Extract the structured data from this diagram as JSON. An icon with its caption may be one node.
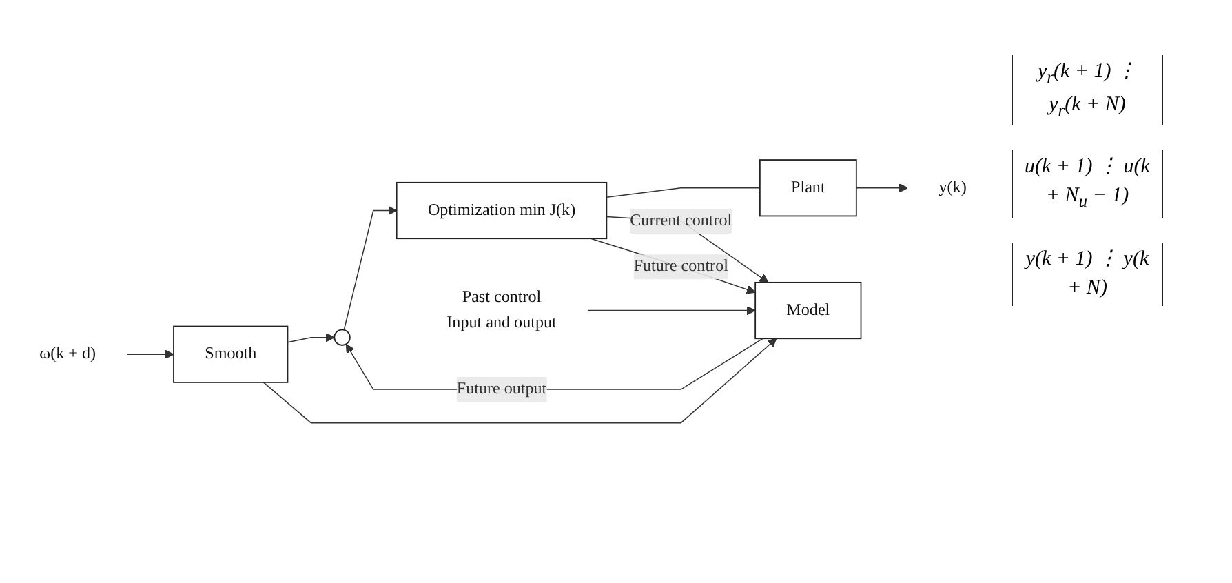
{
  "diagram": {
    "nodes": [
      {
        "text": [
          "ω(k + d)"
        ]
      },
      {
        "text": [
          "Smooth"
        ]
      },
      {
        "text": [],
        "shape": "circle"
      },
      {
        "text": [
          "Optimization min J(k)"
        ]
      },
      {
        "text": [
          "Plant"
        ]
      },
      {
        "text": [
          "y(k)"
        ]
      },
      {
        "text": [
          "Model"
        ]
      },
      {
        "text": [
          "Past control",
          "Input and output"
        ]
      }
    ],
    "edges": [
      {
        "from": 0,
        "to": 1,
        "arrow": "to"
      },
      {
        "from": 1,
        "to": 2,
        "arrow": "to"
      },
      {
        "from": 1,
        "to": 6,
        "arrow": "to"
      },
      {
        "from": 2,
        "to": 3,
        "arrow": "to"
      },
      {
        "from": 3,
        "to": 4,
        "arrow": "none"
      },
      {
        "from": 3,
        "to": 6,
        "arrow": "to",
        "label": "Current control"
      },
      {
        "from": 3,
        "to": 6,
        "arrow": "to",
        "label": "Future control"
      },
      {
        "from": 4,
        "to": 5,
        "arrow": "to"
      },
      {
        "from": 7,
        "to": 6,
        "arrow": "to"
      },
      {
        "from": 6,
        "to": 2,
        "arrow": "to",
        "label": "Future output"
      }
    ],
    "labels": [
      "y$_{r}$(k + 1) ⋮ y$_{r}$(k + N)",
      "u(k + 1) ⋮ u(k + N$_{u}$ − 1)",
      "y(k + 1) ⋮ y(k + N)"
    ]
  }
}
